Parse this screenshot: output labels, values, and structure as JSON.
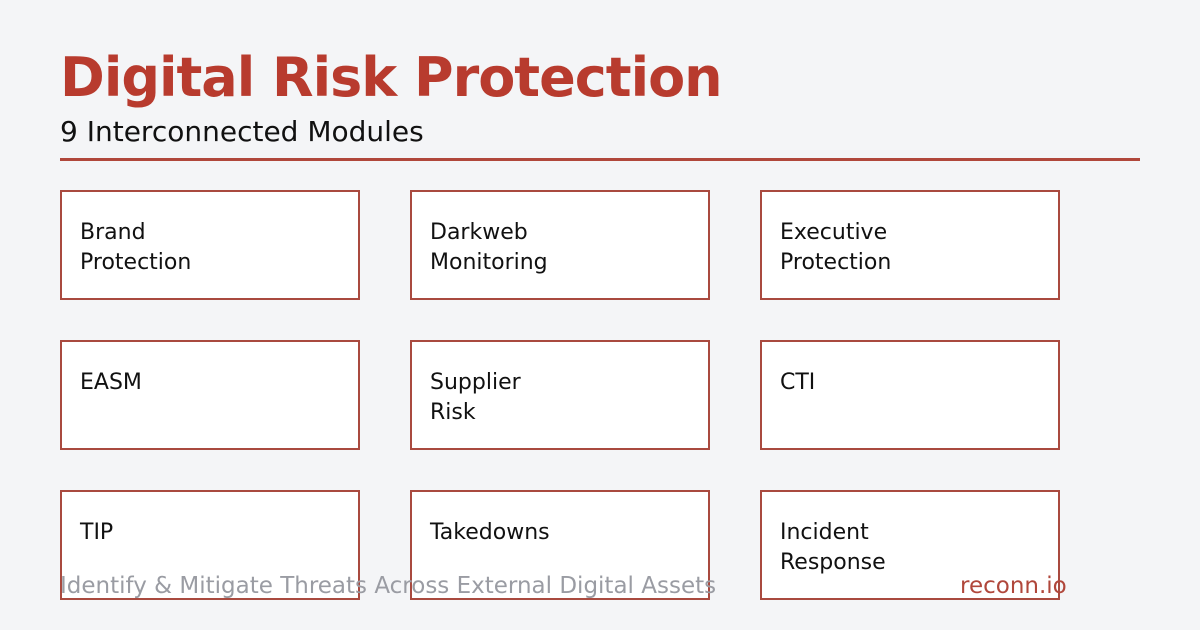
{
  "header": {
    "title": "Digital Risk Protection",
    "subtitle": "9 Interconnected Modules"
  },
  "modules": [
    {
      "line1": "Brand",
      "line2": "Protection"
    },
    {
      "line1": "Darkweb",
      "line2": "Monitoring"
    },
    {
      "line1": "Executive",
      "line2": "Protection"
    },
    {
      "line1": "EASM",
      "line2": ""
    },
    {
      "line1": "Supplier",
      "line2": "Risk"
    },
    {
      "line1": "CTI",
      "line2": ""
    },
    {
      "line1": "TIP",
      "line2": ""
    },
    {
      "line1": "Takedowns",
      "line2": ""
    },
    {
      "line1": "Incident",
      "line2": "Response"
    }
  ],
  "footer": {
    "tagline": "Identify & Mitigate Threats Across External Digital Assets",
    "brand": "reconn.io"
  },
  "colors": {
    "accent": "#b83b2e",
    "border": "#a94a3f",
    "background": "#f4f5f7",
    "muted_text": "#9a9ca3"
  }
}
